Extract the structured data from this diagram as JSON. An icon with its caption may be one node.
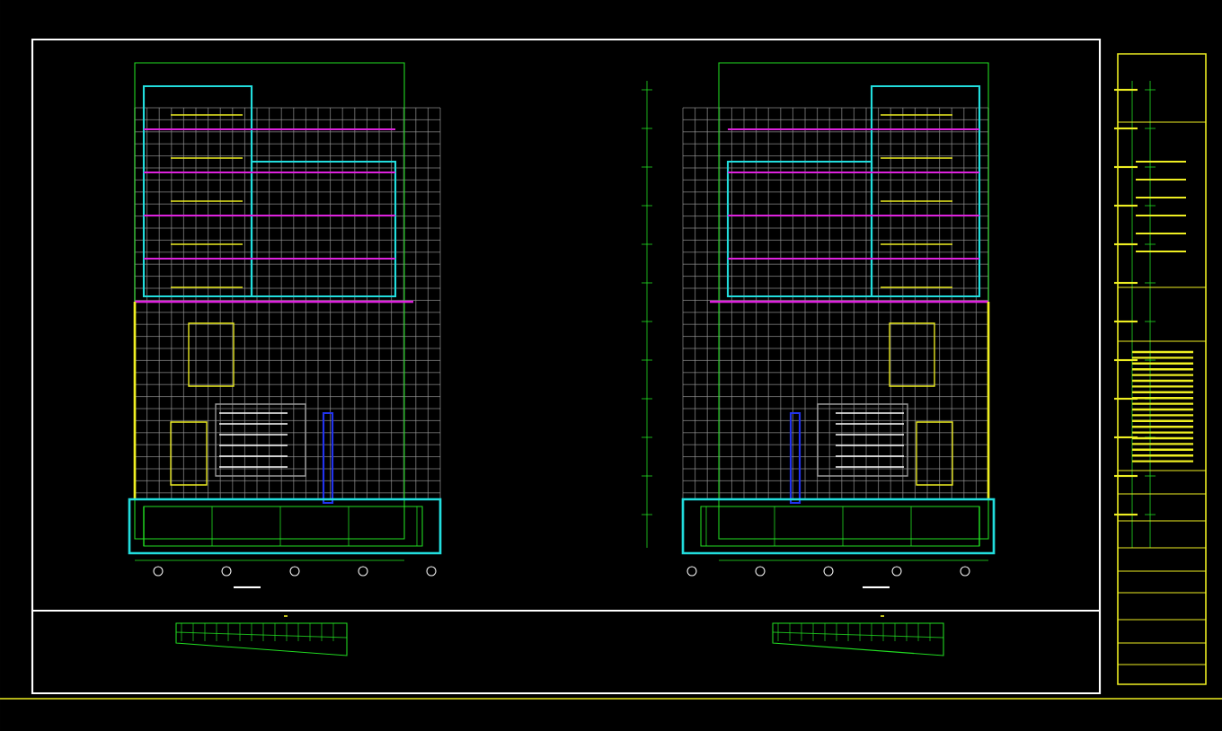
{
  "diagram": {
    "nodes": [
      {
        "text": [],
        "shape": "picture"
      },
      {
        "text": [],
        "shape": "picture"
      },
      {
        "text": [],
        "shape": "picture"
      },
      {
        "text": [],
        "shape": "picture"
      }
    ]
  }
}
